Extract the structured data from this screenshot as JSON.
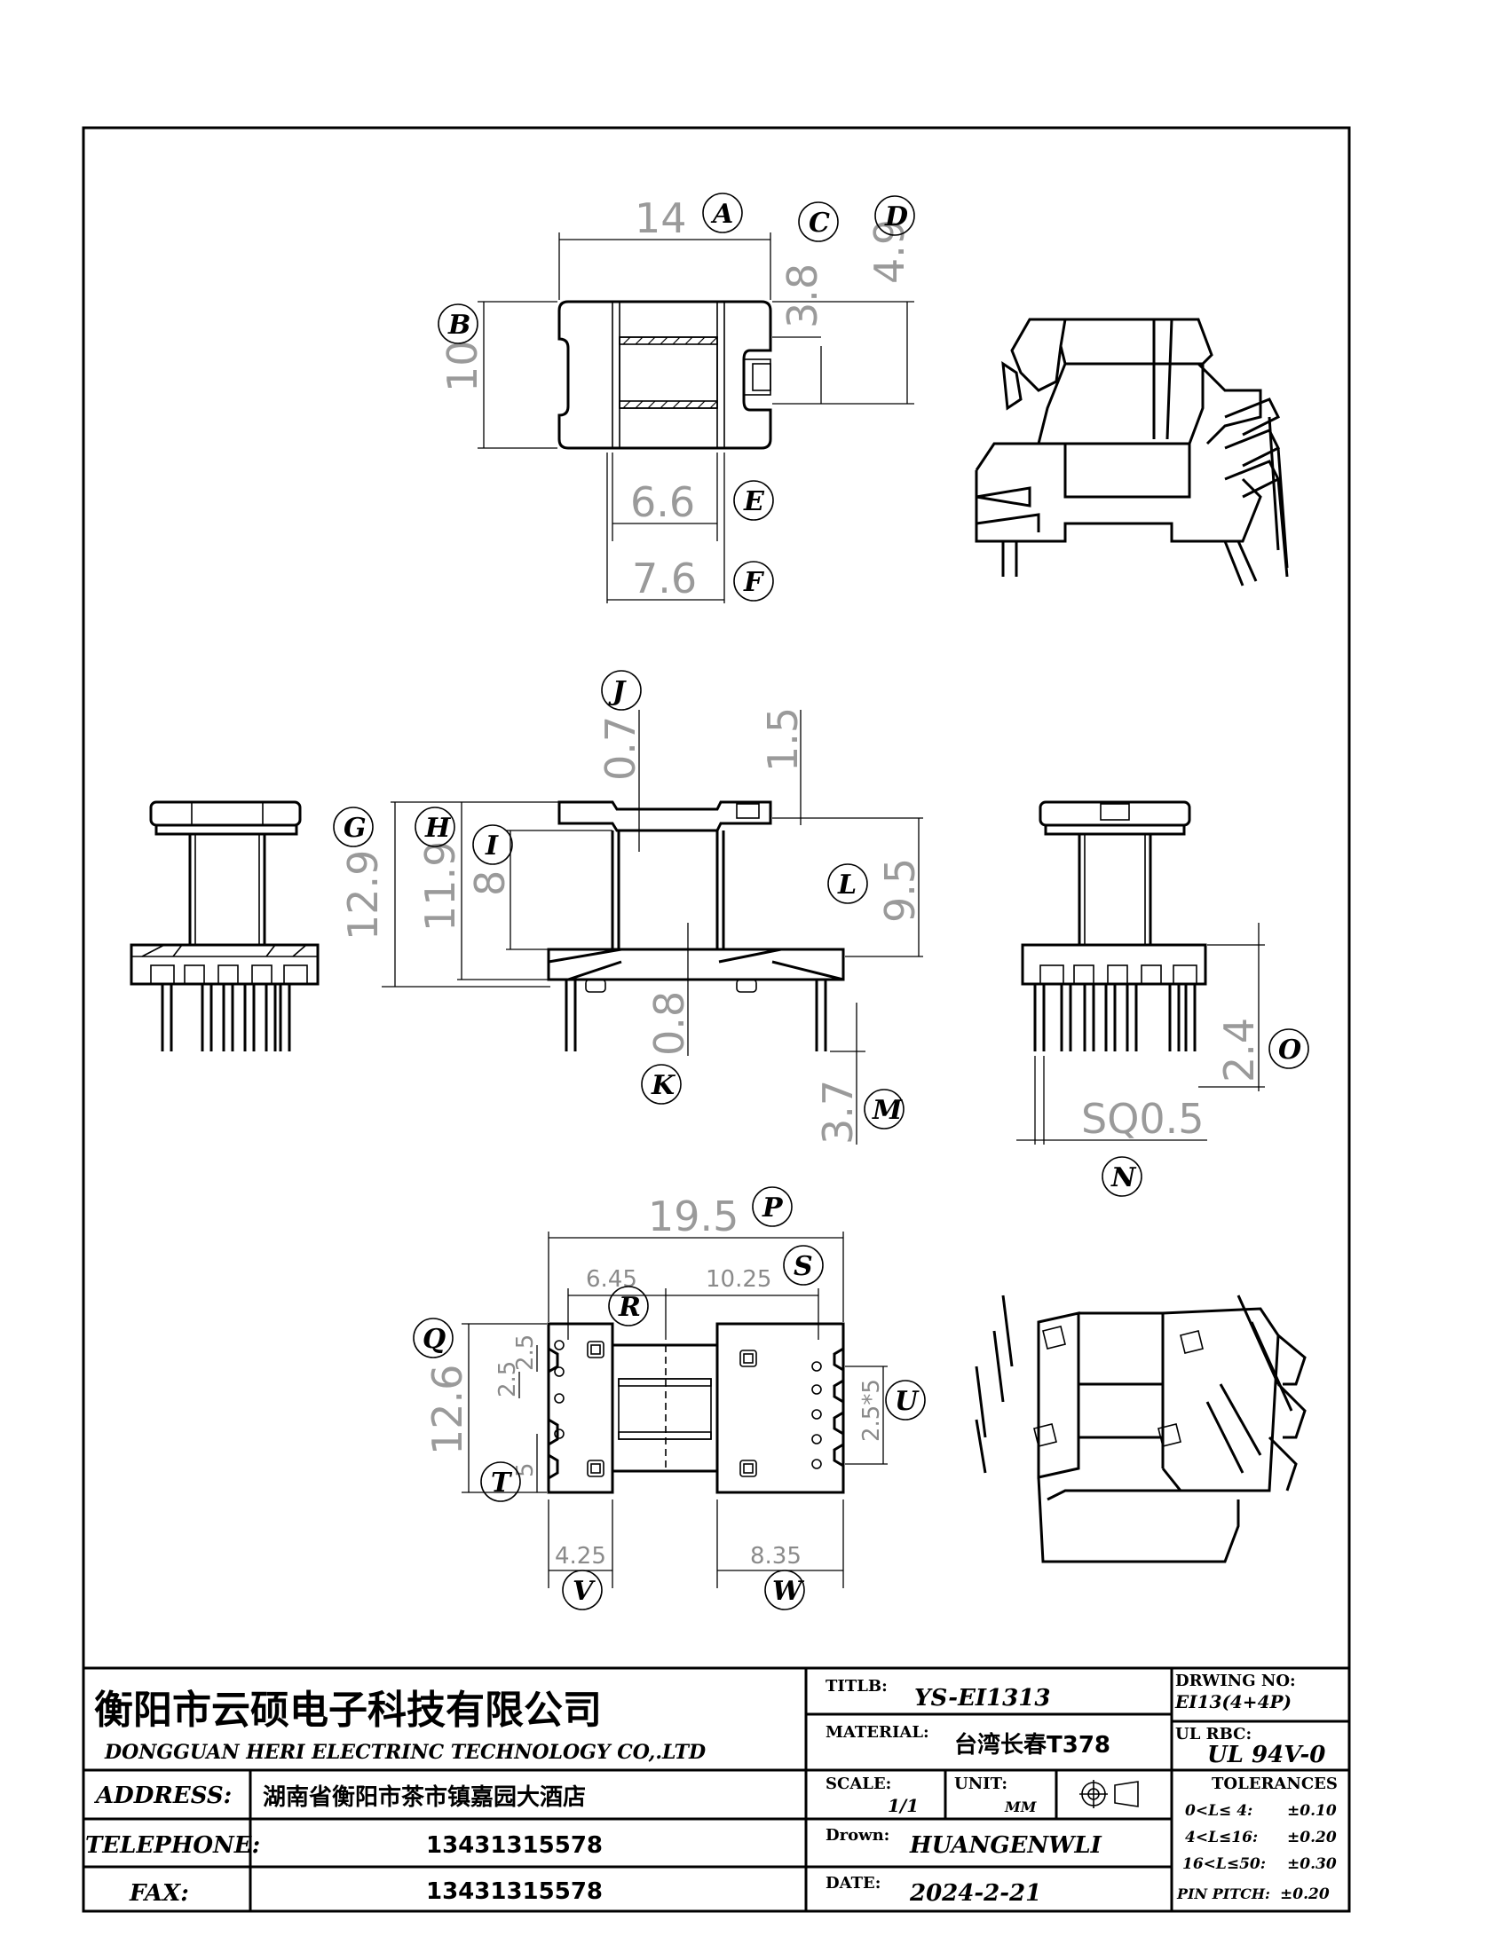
{
  "dimensions": {
    "A": {
      "letter": "A",
      "value": "14"
    },
    "B": {
      "letter": "B",
      "value": "10"
    },
    "C": {
      "letter": "C",
      "value": "3.8"
    },
    "D": {
      "letter": "D",
      "value": "4.9"
    },
    "E": {
      "letter": "E",
      "value": "6.6"
    },
    "F": {
      "letter": "F",
      "value": "7.6"
    },
    "G": {
      "letter": "G",
      "value": "12.9"
    },
    "H": {
      "letter": "H",
      "value": "11.9"
    },
    "I": {
      "letter": "I",
      "value": "8"
    },
    "J": {
      "letter": "J",
      "value": "0.7"
    },
    "J2": {
      "value": "1.5"
    },
    "K": {
      "letter": "K",
      "value": "0.8"
    },
    "L": {
      "letter": "L",
      "value": "9.5"
    },
    "M": {
      "letter": "M",
      "value": "3.7"
    },
    "N": {
      "letter": "N",
      "value": "SQ0.5"
    },
    "O": {
      "letter": "O",
      "value": "2.4"
    },
    "P": {
      "letter": "P",
      "value": "19.5"
    },
    "Q": {
      "letter": "Q",
      "value": "12.6"
    },
    "R": {
      "letter": "R",
      "value": "6.45"
    },
    "S": {
      "letter": "S",
      "value": "10.25"
    },
    "T": {
      "letter": "T",
      "value": "5"
    },
    "T2": {
      "value": "2.5"
    },
    "T3": {
      "value": "2.5"
    },
    "U": {
      "letter": "U",
      "value": "2.5*5"
    },
    "V": {
      "letter": "V",
      "value": "4.25"
    },
    "W": {
      "letter": "W",
      "value": "8.35"
    }
  },
  "title_block": {
    "company_cn": "衡阳市云硕电子科技有限公司",
    "company_en": "DONGGUAN HERI ELECTRINC TECHNOLOGY CO,.LTD",
    "address_label": "ADDRESS:",
    "address_value": "湖南省衡阳市茶市镇嘉园大酒店",
    "telephone_label": "TELEPHONE:",
    "telephone_value": "13431315578",
    "fax_label": "FAX:",
    "fax_value": "13431315578",
    "title_label": "TITLB:",
    "title_value": "YS-EI1313",
    "material_label": "MATERIAL:",
    "material_value": "台湾长春T378",
    "scale_label": "SCALE:",
    "scale_value": "1/1",
    "unit_label": "UNIT:",
    "unit_value": "MM",
    "drawn_label": "Drown:",
    "drawn_value": "HUANGENWLI",
    "date_label": "DATE:",
    "date_value": "2024-2-21",
    "drawing_no_label": "DRWING NO:",
    "drawing_no_value": "EI13(4+4P)",
    "ul_label": "UL RBC:",
    "ul_value": "UL 94V-0",
    "tolerances_label": "TOLERANCES",
    "tolerances": [
      {
        "range": "0<L≤ 4:",
        "tol": "±0.10"
      },
      {
        "range": "4<L≤16:",
        "tol": "±0.20"
      },
      {
        "range": "16<L≤50:",
        "tol": "±0.30"
      }
    ],
    "pin_pitch_label": "PIN PITCH:",
    "pin_pitch_value": "±0.20",
    "projection_symbol": "first-angle-projection-icon"
  }
}
